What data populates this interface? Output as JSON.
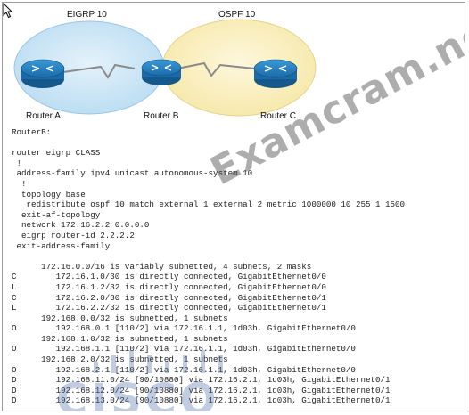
{
  "diagram": {
    "eigrp_label": "EIGRP 10",
    "ospf_label": "OSPF 10",
    "router_a": "Router A",
    "router_b": "Router B",
    "router_c": "Router C",
    "colors": {
      "eigrp_zone": "#cde6f6",
      "ospf_zone": "#fbf1c4",
      "router": "#1f7bbd"
    }
  },
  "cli": {
    "lines": [
      "RouterB:",
      "",
      "router eigrp CLASS",
      " !",
      " address-family ipv4 unicast autonomous-system 10",
      "  !",
      "  topology base",
      "   redistribute ospf 10 match external 1 external 2 metric 1000000 10 255 1 1500",
      "  exit-af-topology",
      "  network 172.16.2.2 0.0.0.0",
      "  eigrp router-id 2.2.2.2",
      " exit-address-family",
      "",
      "      172.16.0.0/16 is variably subnetted, 4 subnets, 2 masks",
      "C        172.16.1.0/30 is directly connected, GigabitEthernet0/0",
      "L        172.16.1.2/32 is directly connected, GigabitEthernet0/0",
      "C        172.16.2.0/30 is directly connected, GigabitEthernet0/1",
      "L        172.16.2.2/32 is directly connected, GigabitEthernet0/1",
      "      192.168.0.0/32 is subnetted, 1 subnets",
      "O        192.168.0.1 [110/2] via 172.16.1.1, 1d03h, GigabitEthernet0/0",
      "      192.168.1.0/32 is subnetted, 1 subnets",
      "O        192.168.1.1 [110/2] via 172.16.1.1, 1d03h, GigabitEthernet0/0",
      "      192.168.2.0/32 is subnetted, 1 subnets",
      "O        192.168.2.1 [110/2] via 172.16.1.1, 1d03h, GigabitEthernet0/0",
      "D        192.168.11.0/24 [90/10880] via 172.16.2.1, 1d03h, GigabitEthernet0/1",
      "D        192.168.12.0/24 [90/10880] via 172.16.2.1, 1d03h, GigabitEthernet0/1",
      "D        192.168.13.0/24 [90/10880] via 172.16.2.1, 1d03h, GigabitEthernet0/1"
    ]
  },
  "watermarks": {
    "site": "Examcram.net",
    "cisco": "CISCO"
  }
}
